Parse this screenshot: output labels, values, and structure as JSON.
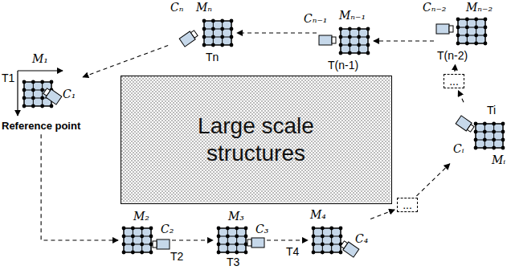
{
  "diagram": {
    "nodes": [
      {
        "text": [
          "T1",
          "M₁",
          "C₁",
          "Reference point"
        ]
      },
      {
        "text": [
          "T2",
          "M₂",
          "C₂"
        ]
      },
      {
        "text": [
          "T3",
          "M₃",
          "C₃"
        ]
      },
      {
        "text": [
          "T4",
          "M₄",
          "C₄"
        ]
      },
      {
        "text": [
          "..."
        ]
      },
      {
        "text": [
          "Ti",
          "Mᵢ",
          "Cᵢ"
        ]
      },
      {
        "text": [
          "..."
        ]
      },
      {
        "text": [
          "T(n-2)",
          "Mₙ₋₂",
          "Cₙ₋₂"
        ]
      },
      {
        "text": [
          "T(n-1)",
          "Mₙ₋₁",
          "Cₙ₋₁"
        ]
      },
      {
        "text": [
          "Tn",
          "Mₙ",
          "Cₙ"
        ]
      },
      {
        "text": [
          "Large scale structures"
        ]
      }
    ],
    "edges": [
      {
        "from": 0,
        "to": 1,
        "arrow": "to"
      },
      {
        "from": 1,
        "to": 2,
        "arrow": "to"
      },
      {
        "from": 2,
        "to": 3,
        "arrow": "to"
      },
      {
        "from": 3,
        "to": 4,
        "arrow": "to"
      },
      {
        "from": 4,
        "to": 5,
        "arrow": "to"
      },
      {
        "from": 5,
        "to": 6,
        "arrow": "to"
      },
      {
        "from": 6,
        "to": 7,
        "arrow": "to"
      },
      {
        "from": 7,
        "to": 8,
        "arrow": "to"
      },
      {
        "from": 8,
        "to": 9,
        "arrow": "to"
      },
      {
        "from": 9,
        "to": 0,
        "arrow": "to"
      }
    ]
  }
}
